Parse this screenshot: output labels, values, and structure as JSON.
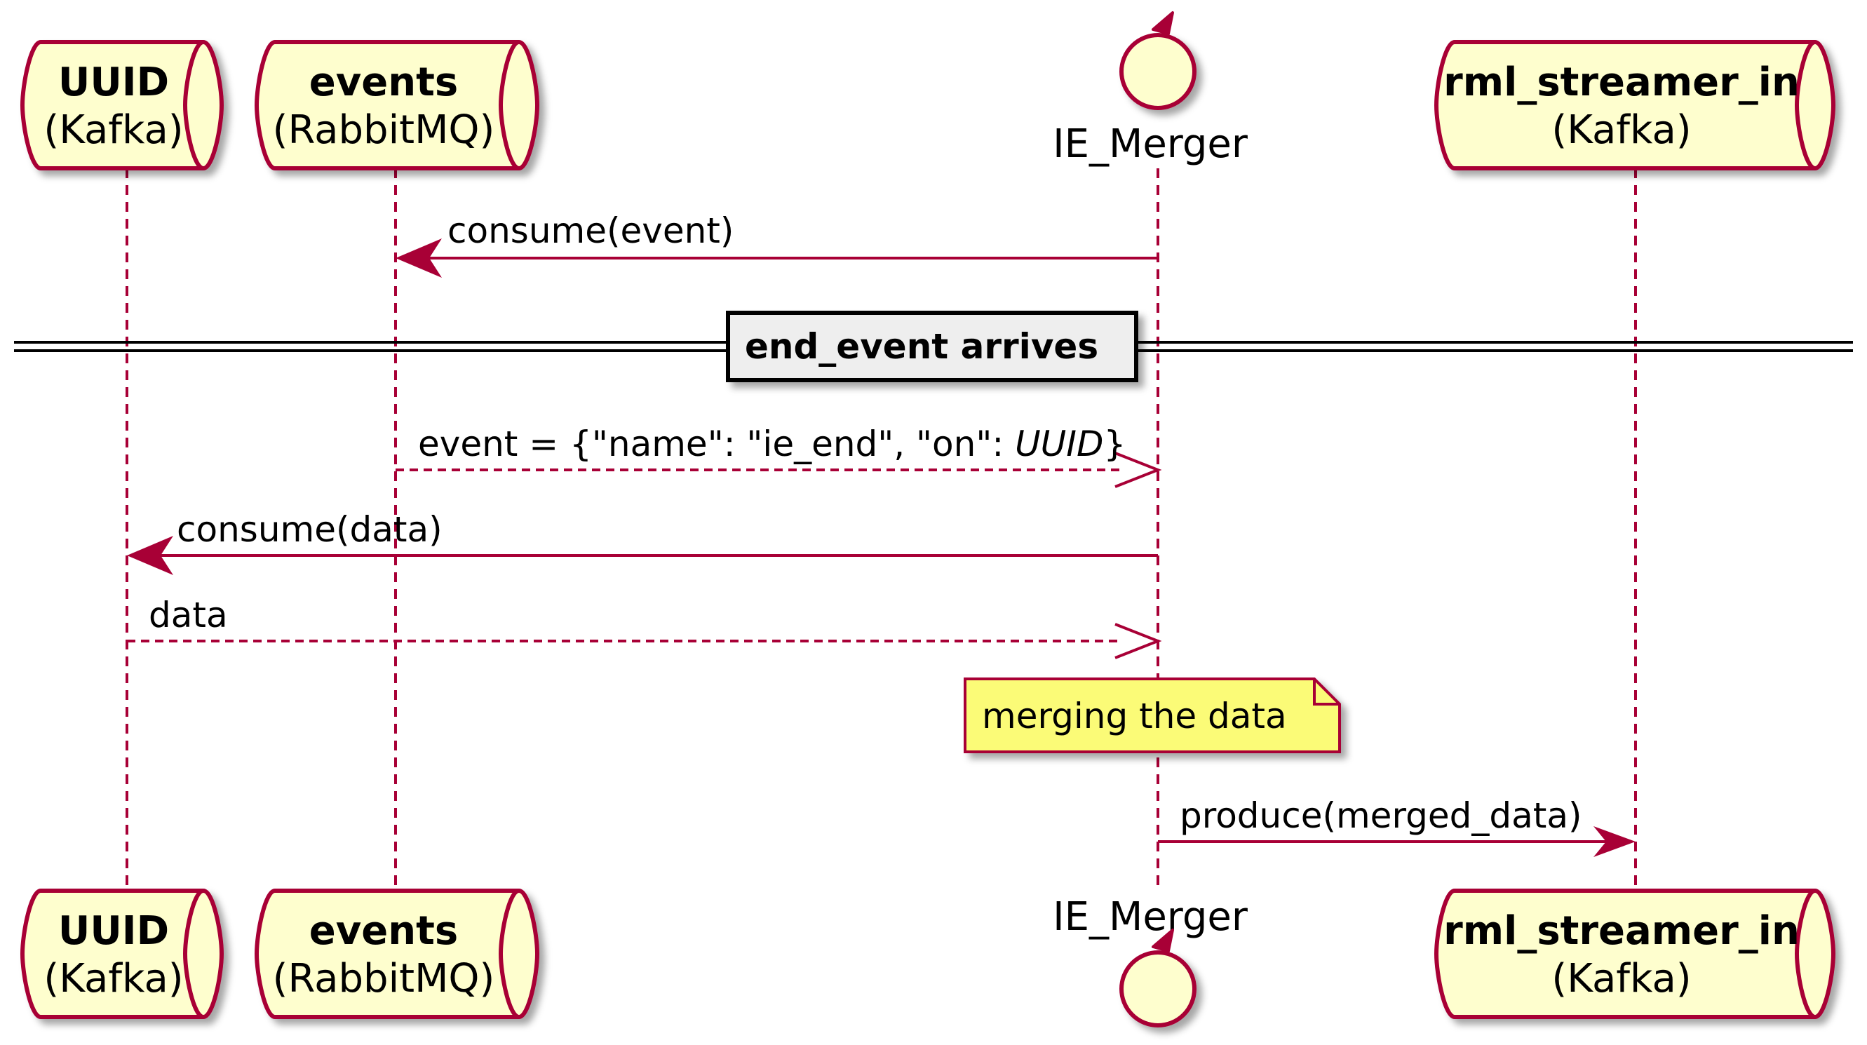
{
  "colors": {
    "line": "#A80036",
    "participant_fill": "#FEFECE",
    "note_fill": "#FBFB77",
    "divider_box_fill": "#EEEEEE",
    "shadow": "#B8B8B8"
  },
  "participants": [
    {
      "id": "uuid",
      "title": "UUID",
      "subtitle": "(Kafka)",
      "shape": "queue"
    },
    {
      "id": "events",
      "title": "events",
      "subtitle": "(RabbitMQ)",
      "shape": "queue"
    },
    {
      "id": "ie_merger",
      "title": "IE_Merger",
      "shape": "control"
    },
    {
      "id": "rml_streamer_in",
      "title": "rml_streamer_in",
      "subtitle": "(Kafka)",
      "shape": "queue"
    }
  ],
  "messages": [
    {
      "from": "ie_merger",
      "to": "events",
      "label": "consume(event)",
      "style": "solid"
    },
    {
      "from": "events",
      "to": "ie_merger",
      "label_prefix": "event = {\"name\": \"ie_end\", \"on\": ",
      "label_italic": "UUID",
      "label_suffix": "}",
      "style": "dashed"
    },
    {
      "from": "ie_merger",
      "to": "uuid",
      "label": "consume(data)",
      "style": "solid"
    },
    {
      "from": "uuid",
      "to": "ie_merger",
      "label": "data",
      "style": "dashed"
    },
    {
      "from": "ie_merger",
      "to": "rml_streamer_in",
      "label": "produce(merged_data)",
      "style": "solid"
    }
  ],
  "divider": {
    "label": "end_event arrives"
  },
  "note": {
    "label": "merging the data"
  }
}
